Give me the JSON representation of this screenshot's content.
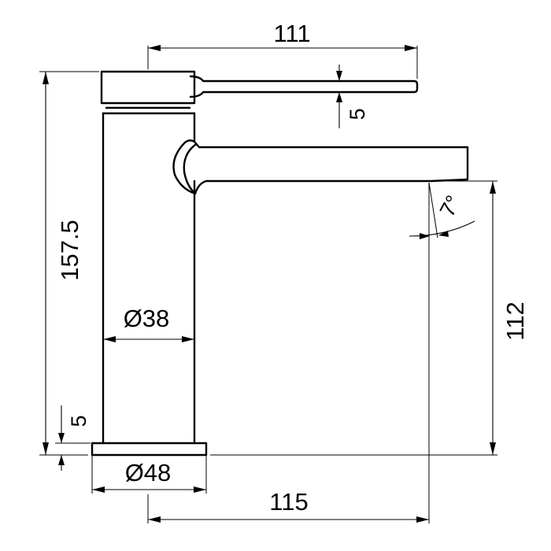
{
  "drawing": {
    "subject": "",
    "dimensions": {
      "lever_reach": "111",
      "lever_thickness": "5",
      "total_height": "157.5",
      "body_diameter": "Ø38",
      "base_thickness": "5",
      "base_diameter": "Ø48",
      "spout_reach": "115",
      "spout_height": "112",
      "spout_angle": "7°"
    }
  }
}
